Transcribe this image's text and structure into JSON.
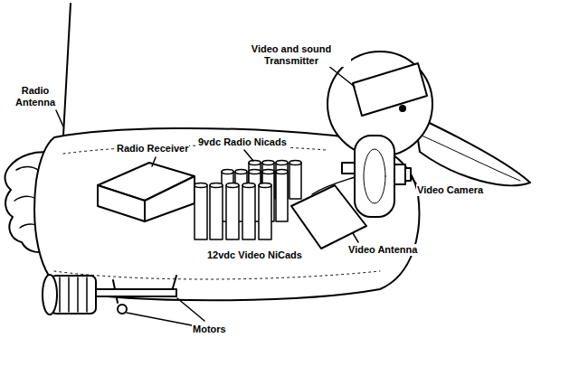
{
  "diagram": {
    "labels": [
      "Video and sound Transmitter",
      "Radio Antenna",
      "Radio Receiver",
      "9vdc Radio Nicads",
      "Video Camera",
      "12vdc Video NiCads",
      "Video Antenna",
      "Motors"
    ]
  }
}
